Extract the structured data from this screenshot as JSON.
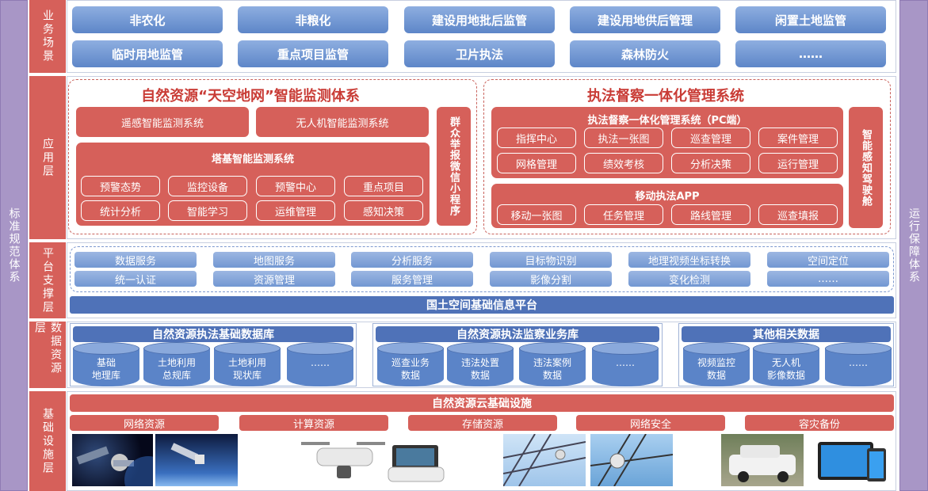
{
  "sides": {
    "left": "标准规范体系",
    "right": "运行保障体系"
  },
  "layers": {
    "business": "业务场景",
    "application": "应用层",
    "platform": "平台支撑层",
    "data": "数据资源层",
    "infra": "基础设施层"
  },
  "business": {
    "row1": [
      "非农化",
      "非粮化",
      "建设用地批后监管",
      "建设用地供后管理",
      "闲置土地监管"
    ],
    "row2": [
      "临时用地监管",
      "重点项目监管",
      "卫片执法",
      "森林防火",
      "……"
    ]
  },
  "app": {
    "left": {
      "title": "自然资源“天空地网”智能监测体系",
      "top": [
        "遥感智能监测系统",
        "无人机智能监测系统"
      ],
      "tower_title": "塔基智能监测系统",
      "tower_row1": [
        "预警态势",
        "监控设备",
        "预警中心",
        "重点项目"
      ],
      "tower_row2": [
        "统计分析",
        "智能学习",
        "运维管理",
        "感知决策"
      ],
      "side": "群众举报微信小程序"
    },
    "right": {
      "title": "执法督察一体化管理系统",
      "pc_title": "执法督察一体化管理系统（PC端）",
      "pc_row1": [
        "指挥中心",
        "执法一张图",
        "巡查管理",
        "案件管理"
      ],
      "pc_row2": [
        "网格管理",
        "绩效考核",
        "分析决策",
        "运行管理"
      ],
      "app_title": "移动执法APP",
      "app_row": [
        "移动一张图",
        "任务管理",
        "路线管理",
        "巡查填报"
      ],
      "side": "智能感知驾驶舱"
    }
  },
  "platform": {
    "row1": [
      "数据服务",
      "地图服务",
      "分析服务",
      "目标物识别",
      "地理视频坐标转换",
      "空间定位"
    ],
    "row2": [
      "统一认证",
      "资源管理",
      "服务管理",
      "影像分割",
      "变化检测",
      "……"
    ],
    "base": "国土空间基础信息平台"
  },
  "data": {
    "groups": [
      {
        "title": "自然资源执法基础数据库",
        "items": [
          "基础\n地理库",
          "土地利用\n总规库",
          "土地利用\n现状库",
          "……"
        ]
      },
      {
        "title": "自然资源执法监察业务库",
        "items": [
          "巡查业务\n数据",
          "违法处置\n数据",
          "违法案例\n数据",
          "……"
        ]
      },
      {
        "title": "其他相关数据",
        "items": [
          "视频监控\n数据",
          "无人机\n影像数据",
          "……"
        ]
      }
    ]
  },
  "infra": {
    "title": "自然资源云基础设施",
    "items": [
      "网络资源",
      "计算资源",
      "存储资源",
      "网络安全",
      "容灾备份"
    ]
  },
  "colors": {
    "red": "#d6605a",
    "blue": "#5d86c8",
    "purple": "#a896c6",
    "dark_blue": "#4f72b8"
  }
}
